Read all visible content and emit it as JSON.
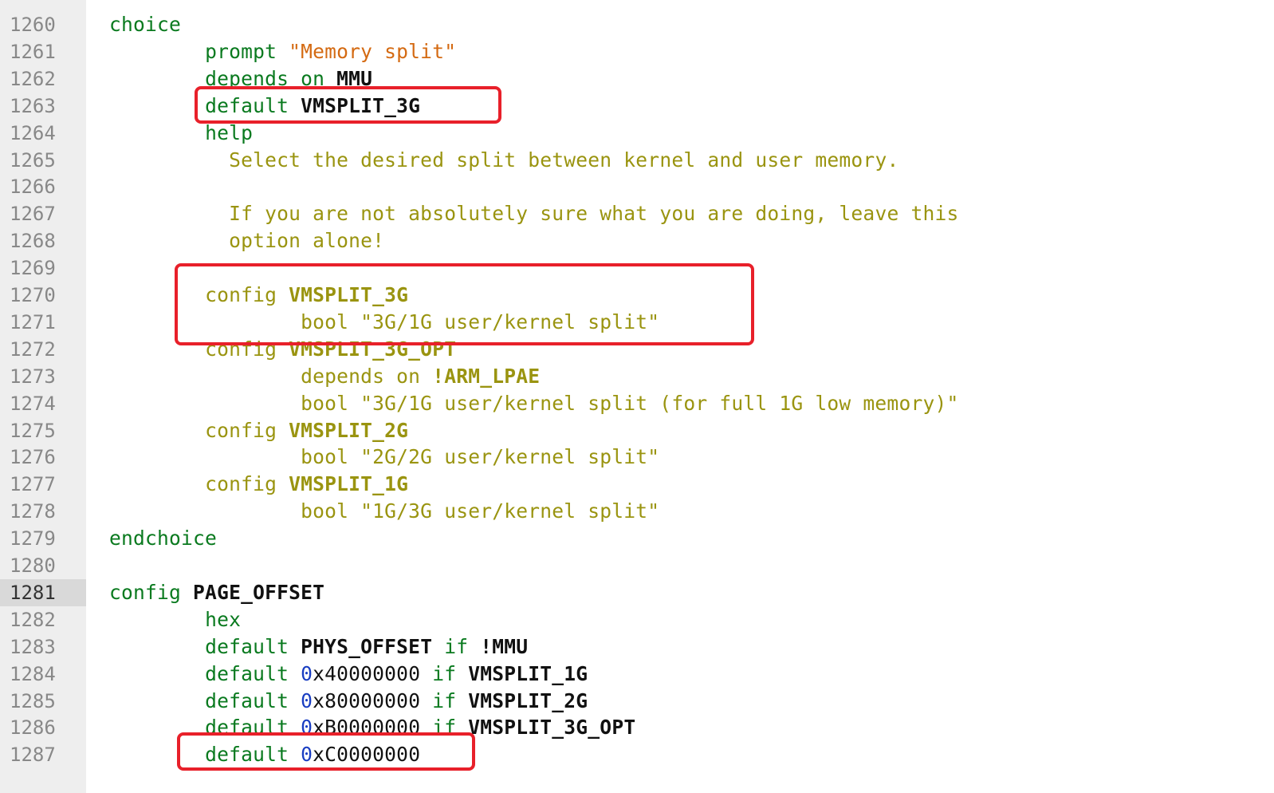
{
  "editor": {
    "active_line": 1281,
    "lines": [
      {
        "no": "1260",
        "segments": [
          {
            "c": "kw",
            "t": "choice"
          }
        ]
      },
      {
        "no": "1261",
        "segments": [
          {
            "c": "pl",
            "t": "        "
          },
          {
            "c": "kw",
            "t": "prompt "
          },
          {
            "c": "st",
            "t": "\"Memory split\""
          }
        ]
      },
      {
        "no": "1262",
        "segments": [
          {
            "c": "pl",
            "t": "        "
          },
          {
            "c": "kw",
            "t": "depends on "
          },
          {
            "c": "bk",
            "t": "MMU"
          }
        ]
      },
      {
        "no": "1263",
        "segments": [
          {
            "c": "pl",
            "t": "        "
          },
          {
            "c": "kw",
            "t": "default "
          },
          {
            "c": "bk",
            "t": "VMSPLIT_3G"
          }
        ]
      },
      {
        "no": "1264",
        "segments": [
          {
            "c": "pl",
            "t": "        "
          },
          {
            "c": "kw",
            "t": "help"
          }
        ]
      },
      {
        "no": "1265",
        "segments": [
          {
            "c": "pl",
            "t": "          "
          },
          {
            "c": "ol",
            "t": "Select the desired split between kernel and user memory."
          }
        ]
      },
      {
        "no": "1266",
        "segments": []
      },
      {
        "no": "1267",
        "segments": [
          {
            "c": "pl",
            "t": "          "
          },
          {
            "c": "ol",
            "t": "If you are not absolutely sure what you are doing, leave this"
          }
        ]
      },
      {
        "no": "1268",
        "segments": [
          {
            "c": "pl",
            "t": "          "
          },
          {
            "c": "ol",
            "t": "option alone!"
          }
        ]
      },
      {
        "no": "1269",
        "segments": []
      },
      {
        "no": "1270",
        "segments": [
          {
            "c": "pl",
            "t": "        "
          },
          {
            "c": "ol",
            "t": "config "
          },
          {
            "c": "bo",
            "t": "VMSPLIT_3G"
          }
        ]
      },
      {
        "no": "1271",
        "segments": [
          {
            "c": "pl",
            "t": "                "
          },
          {
            "c": "ol",
            "t": "bool \"3G/1G user/kernel split\""
          }
        ]
      },
      {
        "no": "1272",
        "segments": [
          {
            "c": "pl",
            "t": "        "
          },
          {
            "c": "ol",
            "t": "config "
          },
          {
            "c": "bo",
            "t": "VMSPLIT_3G_OPT"
          }
        ]
      },
      {
        "no": "1273",
        "segments": [
          {
            "c": "pl",
            "t": "                "
          },
          {
            "c": "ol",
            "t": "depends on "
          },
          {
            "c": "bo",
            "t": "!ARM_LPAE"
          }
        ]
      },
      {
        "no": "1274",
        "segments": [
          {
            "c": "pl",
            "t": "                "
          },
          {
            "c": "ol",
            "t": "bool \"3G/1G user/kernel split (for full 1G low memory)\""
          }
        ]
      },
      {
        "no": "1275",
        "segments": [
          {
            "c": "pl",
            "t": "        "
          },
          {
            "c": "ol",
            "t": "config "
          },
          {
            "c": "bo",
            "t": "VMSPLIT_2G"
          }
        ]
      },
      {
        "no": "1276",
        "segments": [
          {
            "c": "pl",
            "t": "                "
          },
          {
            "c": "ol",
            "t": "bool \"2G/2G user/kernel split\""
          }
        ]
      },
      {
        "no": "1277",
        "segments": [
          {
            "c": "pl",
            "t": "        "
          },
          {
            "c": "ol",
            "t": "config "
          },
          {
            "c": "bo",
            "t": "VMSPLIT_1G"
          }
        ]
      },
      {
        "no": "1278",
        "segments": [
          {
            "c": "pl",
            "t": "                "
          },
          {
            "c": "ol",
            "t": "bool \"1G/3G user/kernel split\""
          }
        ]
      },
      {
        "no": "1279",
        "segments": [
          {
            "c": "kw",
            "t": "endchoice"
          }
        ]
      },
      {
        "no": "1280",
        "segments": []
      },
      {
        "no": "1281",
        "segments": [
          {
            "c": "kw",
            "t": "config "
          },
          {
            "c": "bk",
            "t": "PAGE_OFFSET"
          }
        ]
      },
      {
        "no": "1282",
        "segments": [
          {
            "c": "pl",
            "t": "        "
          },
          {
            "c": "kw",
            "t": "hex"
          }
        ]
      },
      {
        "no": "1283",
        "segments": [
          {
            "c": "pl",
            "t": "        "
          },
          {
            "c": "kw",
            "t": "default "
          },
          {
            "c": "bk",
            "t": "PHYS_OFFSET"
          },
          {
            "c": "kw",
            "t": " if "
          },
          {
            "c": "bk",
            "t": "!MMU"
          }
        ]
      },
      {
        "no": "1284",
        "segments": [
          {
            "c": "pl",
            "t": "        "
          },
          {
            "c": "kw",
            "t": "default "
          },
          {
            "c": "hx",
            "t": "0"
          },
          {
            "c": "pl",
            "t": "x40000000"
          },
          {
            "c": "kw",
            "t": " if "
          },
          {
            "c": "bk",
            "t": "VMSPLIT_1G"
          }
        ]
      },
      {
        "no": "1285",
        "segments": [
          {
            "c": "pl",
            "t": "        "
          },
          {
            "c": "kw",
            "t": "default "
          },
          {
            "c": "hx",
            "t": "0"
          },
          {
            "c": "pl",
            "t": "x80000000"
          },
          {
            "c": "kw",
            "t": " if "
          },
          {
            "c": "bk",
            "t": "VMSPLIT_2G"
          }
        ]
      },
      {
        "no": "1286",
        "segments": [
          {
            "c": "pl",
            "t": "        "
          },
          {
            "c": "kw",
            "t": "default "
          },
          {
            "c": "hx",
            "t": "0"
          },
          {
            "c": "pl",
            "t": "xB0000000"
          },
          {
            "c": "kw",
            "t": " if "
          },
          {
            "c": "bk",
            "t": "VMSPLIT_3G_OPT"
          }
        ]
      },
      {
        "no": "1287",
        "segments": [
          {
            "c": "pl",
            "t": "        "
          },
          {
            "c": "kw",
            "t": "default "
          },
          {
            "c": "hx",
            "t": "0"
          },
          {
            "c": "pl",
            "t": "xC0000000"
          }
        ]
      }
    ]
  },
  "annotations": {
    "color": "#e8202a",
    "boxes": [
      {
        "label": "highlight-default-vmsplit-3g"
      },
      {
        "label": "highlight-config-vmsplit-3g"
      },
      {
        "label": "highlight-default-0xc0000000"
      }
    ]
  }
}
